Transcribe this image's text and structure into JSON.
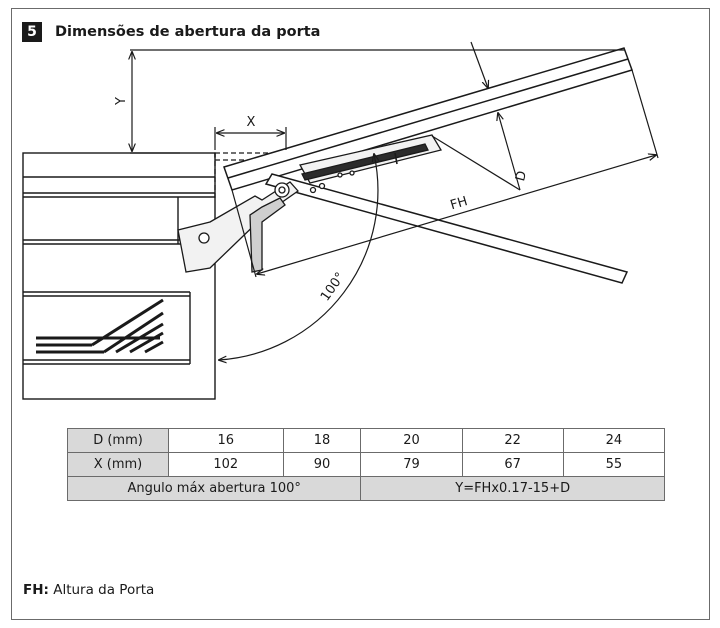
{
  "header": {
    "step": "5",
    "title": "Dimensões de abertura da porta"
  },
  "diagram": {
    "labels": {
      "y": "Y",
      "x": "X",
      "d": "D",
      "fh": "FH",
      "angle": "100°"
    },
    "colors": {
      "line": "#1a1a1a",
      "fill_light": "#f2f2f2",
      "fill_gray": "#cfcfcf",
      "fill_dark": "#2b2b2b"
    }
  },
  "table": {
    "rows": [
      {
        "label": "D (mm)",
        "values": [
          "16",
          "18",
          "20",
          "22",
          "24"
        ]
      },
      {
        "label": "X (mm)",
        "values": [
          "102",
          "90",
          "79",
          "67",
          "55"
        ]
      }
    ],
    "note_left": "Angulo máx abertura 100°",
    "note_right": "Y=FHx0.17-15+D"
  },
  "legend": {
    "key": "FH:",
    "text": " Altura da Porta"
  }
}
